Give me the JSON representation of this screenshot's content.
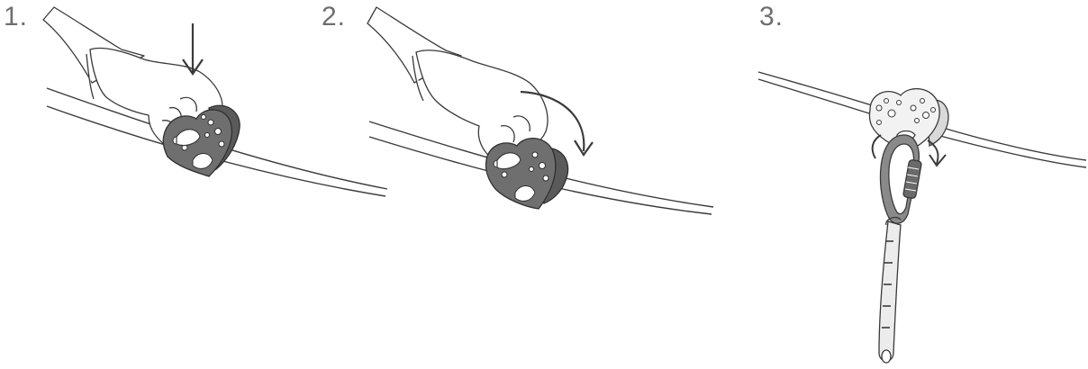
{
  "steps": [
    {
      "number": "1."
    },
    {
      "number": "2."
    },
    {
      "number": "3."
    }
  ],
  "colors": {
    "line": "#3a3a3a",
    "pulley_dark": "#6f6f6f",
    "pulley_light": "#f2f2f2",
    "carabiner": "#8a8a8a",
    "sling": "#ececec"
  }
}
